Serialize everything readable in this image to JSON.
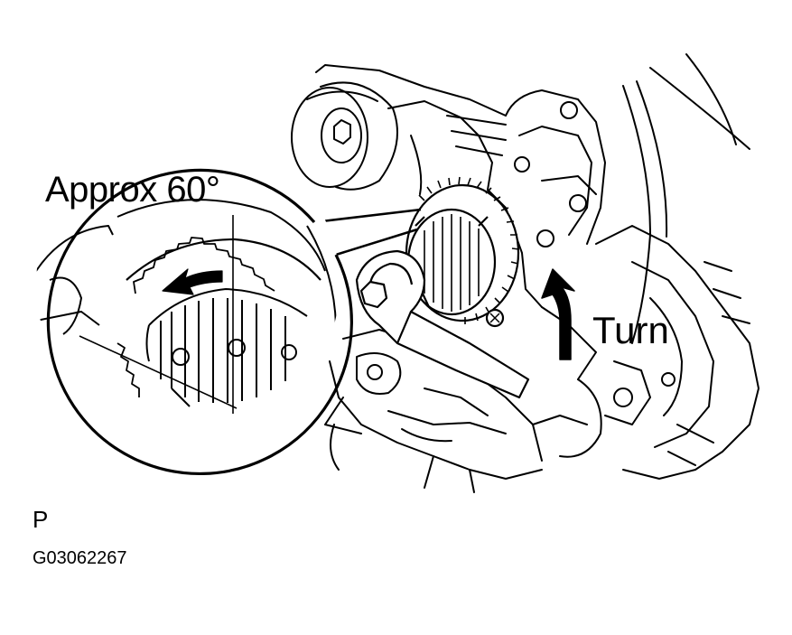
{
  "callouts": {
    "angle_label": "Approx 60°",
    "turn_label": "Turn"
  },
  "figure": {
    "view_code": "P",
    "figure_id": "G03062267"
  },
  "colors": {
    "ink": "#000000",
    "paper": "#ffffff"
  },
  "icons": [
    "rotation-arrow-icon",
    "turn-arrow-icon"
  ]
}
